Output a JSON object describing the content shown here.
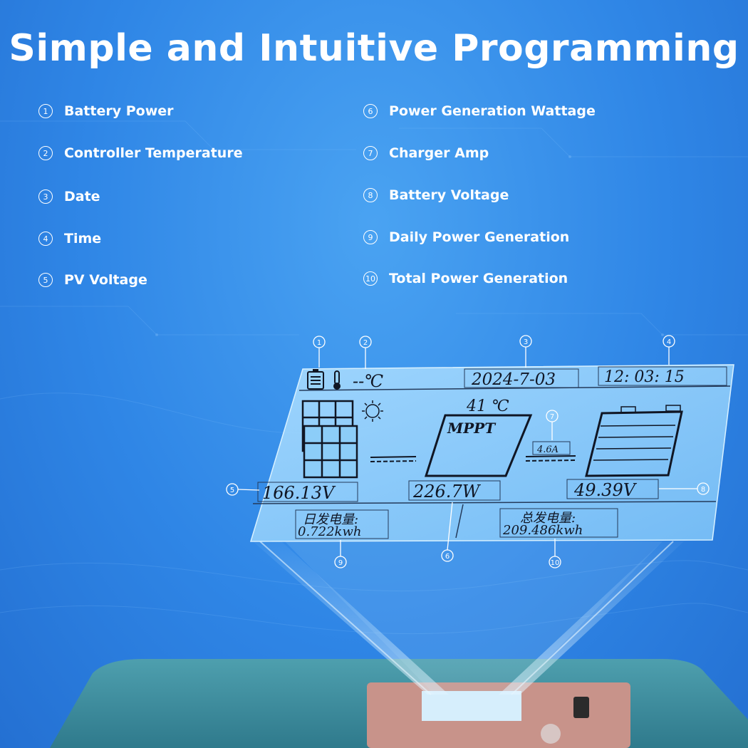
{
  "title": "Simple and Intuitive Programming",
  "legend": [
    {
      "num": "1",
      "label": "Battery Power"
    },
    {
      "num": "2",
      "label": "Controller Temperature"
    },
    {
      "num": "3",
      "label": "Date"
    },
    {
      "num": "4",
      "label": "Time"
    },
    {
      "num": "5",
      "label": "PV Voltage"
    },
    {
      "num": "6",
      "label": "Power Generation Wattage"
    },
    {
      "num": "7",
      "label": "Charger Amp"
    },
    {
      "num": "8",
      "label": "Battery Voltage"
    },
    {
      "num": "9",
      "label": "Daily Power Generation"
    },
    {
      "num": "10",
      "label": "Total Power Generation"
    }
  ],
  "lcd": {
    "temperature": "--℃",
    "date": "2024-7-03",
    "time": "12: 03: 15",
    "controller_temp": "41 ℃",
    "mppt_label": "MPPT",
    "charger_amp": "4.6A",
    "pv_voltage": "166.13V",
    "wattage": "226.7W",
    "battery_voltage": "49.39V",
    "daily_label": "日发电量:",
    "daily_value": "0.722kwh",
    "total_label": "总发电量:",
    "total_value": "209.486kwh"
  },
  "colors": {
    "background": "#2f86e6",
    "lcd_panel": "#8fd0ff",
    "lcd_text": "#101624",
    "device_body": "#3f8fa0"
  }
}
